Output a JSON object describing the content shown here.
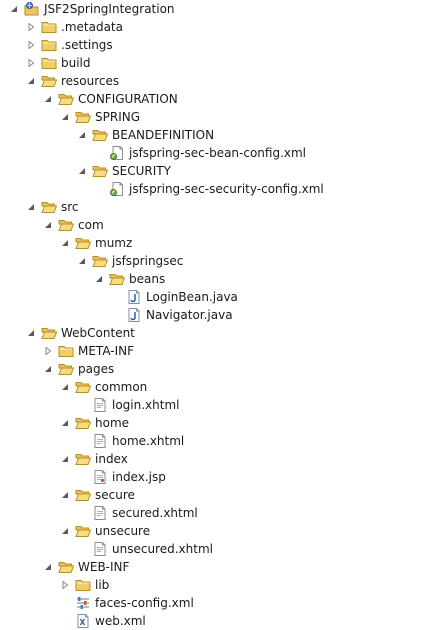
{
  "tree": [
    {
      "label": "JSF2SpringIntegration",
      "depth": 0,
      "expand": "expanded",
      "icon": "project-icon"
    },
    {
      "label": ".metadata",
      "depth": 1,
      "expand": "collapsed",
      "icon": "folder-icon"
    },
    {
      "label": ".settings",
      "depth": 1,
      "expand": "collapsed",
      "icon": "folder-icon"
    },
    {
      "label": "build",
      "depth": 1,
      "expand": "collapsed",
      "icon": "folder-icon"
    },
    {
      "label": "resources",
      "depth": 1,
      "expand": "expanded",
      "icon": "folder-open-icon"
    },
    {
      "label": "CONFIGURATION",
      "depth": 2,
      "expand": "expanded",
      "icon": "folder-open-icon"
    },
    {
      "label": "SPRING",
      "depth": 3,
      "expand": "expanded",
      "icon": "folder-open-icon"
    },
    {
      "label": "BEANDEFINITION",
      "depth": 4,
      "expand": "expanded",
      "icon": "folder-open-icon"
    },
    {
      "label": "jsfspring-sec-bean-config.xml",
      "depth": 5,
      "expand": "none",
      "icon": "spring-xml-icon"
    },
    {
      "label": "SECURITY",
      "depth": 4,
      "expand": "expanded",
      "icon": "folder-open-icon"
    },
    {
      "label": "jsfspring-sec-security-config.xml",
      "depth": 5,
      "expand": "none",
      "icon": "spring-xml-icon"
    },
    {
      "label": "src",
      "depth": 1,
      "expand": "expanded",
      "icon": "folder-open-icon"
    },
    {
      "label": "com",
      "depth": 2,
      "expand": "expanded",
      "icon": "folder-open-icon"
    },
    {
      "label": "mumz",
      "depth": 3,
      "expand": "expanded",
      "icon": "folder-open-icon"
    },
    {
      "label": "jsfspringsec",
      "depth": 4,
      "expand": "expanded",
      "icon": "folder-open-icon"
    },
    {
      "label": "beans",
      "depth": 5,
      "expand": "expanded",
      "icon": "folder-open-icon"
    },
    {
      "label": "LoginBean.java",
      "depth": 6,
      "expand": "none",
      "icon": "java-file-icon"
    },
    {
      "label": "Navigator.java",
      "depth": 6,
      "expand": "none",
      "icon": "java-file-icon"
    },
    {
      "label": "WebContent",
      "depth": 1,
      "expand": "expanded",
      "icon": "folder-open-icon"
    },
    {
      "label": "META-INF",
      "depth": 2,
      "expand": "collapsed",
      "icon": "folder-icon"
    },
    {
      "label": "pages",
      "depth": 2,
      "expand": "expanded",
      "icon": "folder-open-icon"
    },
    {
      "label": "common",
      "depth": 3,
      "expand": "expanded",
      "icon": "folder-open-icon"
    },
    {
      "label": "login.xhtml",
      "depth": 4,
      "expand": "none",
      "icon": "xhtml-file-icon"
    },
    {
      "label": "home",
      "depth": 3,
      "expand": "expanded",
      "icon": "folder-open-icon"
    },
    {
      "label": "home.xhtml",
      "depth": 4,
      "expand": "none",
      "icon": "xhtml-file-icon"
    },
    {
      "label": "index",
      "depth": 3,
      "expand": "expanded",
      "icon": "folder-open-icon"
    },
    {
      "label": "index.jsp",
      "depth": 4,
      "expand": "none",
      "icon": "jsp-file-icon"
    },
    {
      "label": "secure",
      "depth": 3,
      "expand": "expanded",
      "icon": "folder-open-icon"
    },
    {
      "label": "secured.xhtml",
      "depth": 4,
      "expand": "none",
      "icon": "xhtml-file-icon"
    },
    {
      "label": "unsecure",
      "depth": 3,
      "expand": "expanded",
      "icon": "folder-open-icon"
    },
    {
      "label": "unsecured.xhtml",
      "depth": 4,
      "expand": "none",
      "icon": "xhtml-file-icon"
    },
    {
      "label": "WEB-INF",
      "depth": 2,
      "expand": "expanded",
      "icon": "folder-open-icon"
    },
    {
      "label": "lib",
      "depth": 3,
      "expand": "collapsed",
      "icon": "folder-icon"
    },
    {
      "label": "faces-config.xml",
      "depth": 3,
      "expand": "none",
      "icon": "faces-config-icon"
    },
    {
      "label": "web.xml",
      "depth": 3,
      "expand": "none",
      "icon": "xml-file-icon"
    }
  ]
}
